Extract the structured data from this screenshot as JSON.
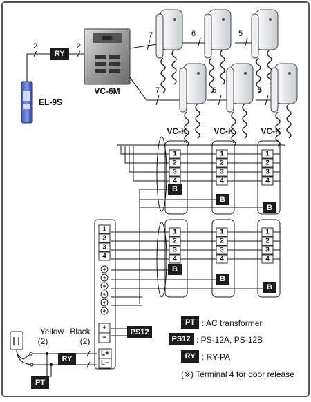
{
  "door_station": {
    "label": "VC-6M"
  },
  "door_lock": {
    "label": "EL-9S"
  },
  "relay": {
    "label": "RY"
  },
  "wire_counts": {
    "lock_left": "2",
    "lock_right": "2",
    "upper_seg_a": "7",
    "upper_seg_b": "6",
    "upper_seg_c": "5",
    "lower_seg_a": "7",
    "lower_seg_b": "6",
    "lower_seg_c": "5"
  },
  "handsets": [
    {
      "label": "VC-K"
    },
    {
      "label": "VC-K"
    },
    {
      "label": "VC-K"
    }
  ],
  "terminals": {
    "numbers": [
      "1",
      "2",
      "3",
      "4"
    ],
    "b_label": "B",
    "plus": "+",
    "minus": "−",
    "l_plus": "L+",
    "l_minus": "L−"
  },
  "wiring": {
    "yellow": "Yellow",
    "yellow_count": "(2)",
    "black": "Black",
    "black_count": "(2)"
  },
  "power": {
    "ps12": "PS12",
    "pt": "PT"
  },
  "legend": [
    {
      "badge": "PT",
      "text": ": AC transformer"
    },
    {
      "badge": "PS12",
      "text": ": PS-12A, PS-12B"
    },
    {
      "badge": "RY",
      "text": ": RY-PA"
    }
  ],
  "note": "(※) Terminal 4 for door release"
}
